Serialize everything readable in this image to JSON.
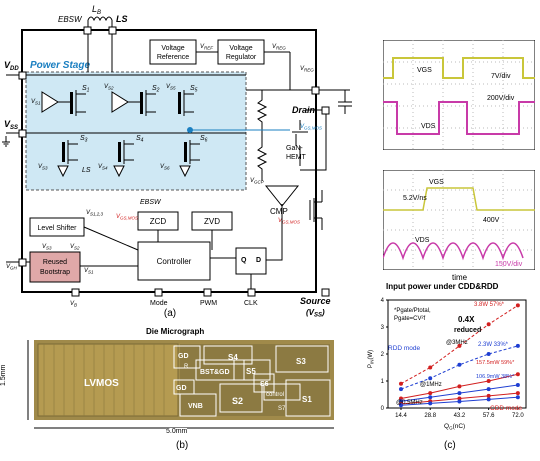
{
  "schematic": {
    "pin_lb": "L",
    "pin_lb_sub": "B",
    "pin_ebsw": "EBSW",
    "pin_ls": "LS",
    "pin_vdd": "V",
    "pin_vdd_sub": "DD",
    "pin_vss": "V",
    "pin_vss_sub": "SS",
    "power_stage_label": "Power Stage",
    "voltage_reference_l1": "Voltage",
    "voltage_reference_l2": "Reference",
    "voltage_regulator_l1": "Voltage",
    "voltage_regulator_l2": "Regulator",
    "v_ref": "V",
    "v_ref_sub": "REF",
    "v_reg": "V",
    "v_reg_sub": "REG",
    "v_reg2": "V",
    "v_reg2_sub": "REG",
    "v_gcp": "V",
    "v_gcp_sub": "GCP",
    "drain_label": "Drain",
    "gan_label_l1": "GaN-",
    "gan_label_l2": "HEMT",
    "cmp_label": "CMP",
    "v_gsmos": "V",
    "v_gsmos_sub": "GS,MOS",
    "v_gsmos2": "V",
    "v_gsmos2_sub": "GS,MOS",
    "ebsw_small": "EBSW",
    "zcd_label": "ZCD",
    "zvd_label": "ZVD",
    "level_shifter_label": "Level Shifter",
    "v_s123": "V",
    "v_s123_sub": "S1,2,3",
    "v_s3": "V",
    "v_s3_sub": "S3",
    "v_s2": "V",
    "v_s2_sub": "S2",
    "v_s1b": "V",
    "v_s1b_sub": "S1",
    "v_gh": "V",
    "v_gh_sub": "GH",
    "reused_bootstrap_l1": "Reused",
    "reused_bootstrap_l2": "Bootstrap",
    "controller_label": "Controller",
    "q_label": "Q",
    "d_label": "D",
    "clk_label": "CLK",
    "mode_label": "Mode",
    "pwm_label": "PWM",
    "vin_label": "V",
    "vin_sub": "B",
    "source_label_l1": "Source",
    "source_label_l2": "(V",
    "source_label_sub": "SS",
    "source_label_end": ")",
    "switches": [
      {
        "v": "V",
        "sub": "S1",
        "s": "S",
        "ssub": "1"
      },
      {
        "v": "V",
        "sub": "S2",
        "s": "S",
        "ssub": "2"
      },
      {
        "v": "V",
        "sub": "S5",
        "s": "S",
        "ssub": "5"
      },
      {
        "v": "V",
        "sub": "S3",
        "s": "S",
        "ssub": "3"
      },
      {
        "v": "V",
        "sub": "S4",
        "s": "S",
        "ssub": "4"
      },
      {
        "v": "V",
        "sub": "S6",
        "s": "S",
        "ssub": "6"
      }
    ],
    "ls_small": "LS",
    "caption": "(a)"
  },
  "scope1": {
    "vgs": "VGS",
    "vgs_scale": "7V/div",
    "vds": "VDS",
    "vds_scale": "200V/div"
  },
  "scope2": {
    "vgs": "VGS",
    "slew": "5.2V/ns",
    "level": "400V",
    "vds": "VDS",
    "vds_scale": "150V/div",
    "time_label": "time"
  },
  "micrograph": {
    "title": "Die Micrograph",
    "height_label": "1.5mm",
    "width_label": "5.0mm",
    "blocks": [
      "LVMOS",
      "S4",
      "S5",
      "S3",
      "BST&GD",
      "GD",
      "S6",
      "GD",
      "VNB",
      "S2",
      "control",
      "S1",
      "R",
      "S7"
    ],
    "caption": "(b)"
  },
  "chart": {
    "title": "Input power under CDD&RDD",
    "formula_l1": "*Pgate/Ptotal,",
    "formula_l2": "Pgate=CV²f",
    "reduced_l1": "0.4X",
    "reduced_l2": "reduced",
    "rdd_label": "RDD mode",
    "cdd_label": "CDD mode",
    "freq_3mhz": "@3MHz",
    "freq_1mhz": "@1MHz",
    "freq_05mhz": "@0.5MHz",
    "ann_38": "3.8W 57%*",
    "ann_23": "2.3W 33%*",
    "ann_157": "157.5mW 59%*",
    "ann_106": "106.9mW 38%*",
    "ylabel": "P",
    "ylabel_sub": "IN",
    "ylabel_unit": "(W)",
    "xlabel": "Q",
    "xlabel_sub": "G",
    "xlabel_unit": "(nC)",
    "caption": "(c)"
  },
  "chart_data": {
    "type": "line",
    "title": "Input power under CDD&RDD",
    "xlabel": "QG(nC)",
    "ylabel": "PIN(W)",
    "x": [
      14.4,
      28.8,
      43.2,
      57.6,
      72.0
    ],
    "xlim": [
      8,
      76
    ],
    "ylim": [
      0,
      4
    ],
    "y_ticks": [
      0,
      1,
      2,
      3,
      4
    ],
    "series": [
      {
        "name": "CDD mode",
        "values": [
          0.9,
          1.5,
          2.3,
          3.1,
          3.8
        ],
        "color": "#d21f1f",
        "dash": true
      },
      {
        "name": "RDD mode",
        "values": [
          0.7,
          1.1,
          1.6,
          2.0,
          2.3
        ],
        "color": "#1f3fd2",
        "dash": true
      },
      {
        "name": "",
        "values": [
          0.35,
          0.55,
          0.8,
          1.0,
          1.25
        ],
        "color": "#d21f1f",
        "dash": false
      },
      {
        "name": "",
        "values": [
          0.25,
          0.4,
          0.55,
          0.7,
          0.85
        ],
        "color": "#1f3fd2",
        "dash": false
      },
      {
        "name": "",
        "values": [
          0.15,
          0.25,
          0.35,
          0.45,
          0.55
        ],
        "color": "#d21f1f",
        "dash": false
      },
      {
        "name": "",
        "values": [
          0.1,
          0.17,
          0.24,
          0.32,
          0.4
        ],
        "color": "#1f3fd2",
        "dash": false
      }
    ]
  }
}
